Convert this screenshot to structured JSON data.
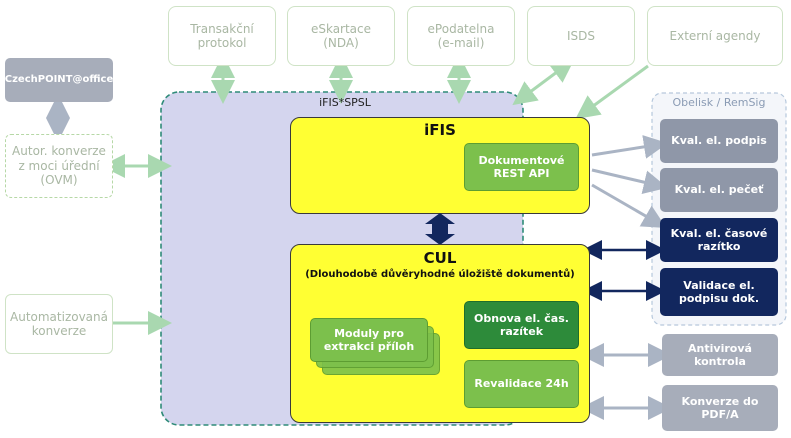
{
  "top_boxes": [
    {
      "label": "Transakční\nprotokol"
    },
    {
      "label": "eSkartace\n(NDA)"
    },
    {
      "label": "ePodatelna\n(e-mail)"
    },
    {
      "label": "ISDS"
    },
    {
      "label": "Externí agendy"
    }
  ],
  "left_boxes": {
    "czechpoint": "CzechPOINT@office",
    "autor_konverze": "Autor. konverze\nz moci úřední\n(OVM)",
    "automatizovana": "Automatizovaná\nkonverze"
  },
  "ifis_spsl": {
    "title": "iFIS*SPSL",
    "ifis_title": "iFIS",
    "rest_api": "Dokumentové\nREST API",
    "cul_title": "CUL",
    "cul_subtitle": "(Dlouhodobě důvěryhodné úložiště dokumentů)",
    "moduly": "Moduly pro\nextrakci příloh",
    "obnova": "Obnova el. čas.\nrazítek",
    "revalidace": "Revalidace 24h"
  },
  "obelisk": {
    "title": "Obelisk / RemSig",
    "items": [
      {
        "label": "Kval. el. podpis"
      },
      {
        "label": "Kval. el. pečeť"
      },
      {
        "label": "Kval. el. časové\nrazítko"
      },
      {
        "label": "Validace el.\npodpisu dok."
      }
    ]
  },
  "right_services": [
    {
      "label": "Antivirová\nkontrola"
    },
    {
      "label": "Konverze do\nPDF/A"
    }
  ],
  "colors": {
    "lavender": "#d4d5ee",
    "yellow": "#ffff33",
    "navy": "#12275e",
    "green": "#7cc04c",
    "green_dark": "#2d8b3a",
    "gray": "#8f97a8"
  }
}
